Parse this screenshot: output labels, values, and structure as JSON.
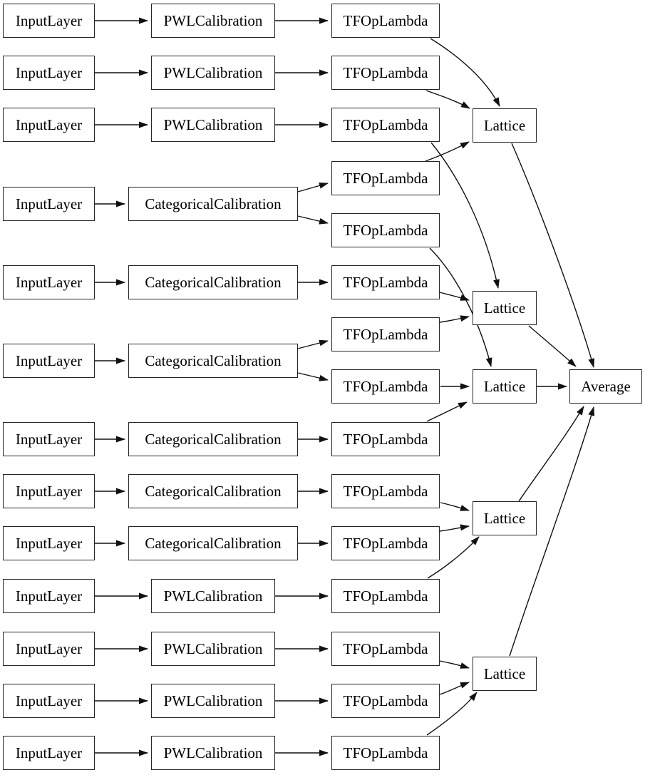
{
  "diagram": {
    "type": "model-graph",
    "background_color": "#ffffff",
    "line_color": "#111111",
    "node_fill": "#ffffff",
    "node_border_color": "#262626",
    "node_labels": {
      "input_layer": "InputLayer",
      "pwl_calibration": "PWLCalibration",
      "categorical_calibration": "CategoricalCalibration",
      "tf_op_lambda": "TFOpLambda",
      "lattice": "Lattice",
      "average": "Average"
    },
    "nodes": [
      {
        "id": "input1",
        "type": "input_layer"
      },
      {
        "id": "input2",
        "type": "input_layer"
      },
      {
        "id": "input3",
        "type": "input_layer"
      },
      {
        "id": "input4",
        "type": "input_layer"
      },
      {
        "id": "input5",
        "type": "input_layer"
      },
      {
        "id": "input6",
        "type": "input_layer"
      },
      {
        "id": "input7",
        "type": "input_layer"
      },
      {
        "id": "input8",
        "type": "input_layer"
      },
      {
        "id": "input9",
        "type": "input_layer"
      },
      {
        "id": "input10",
        "type": "input_layer"
      },
      {
        "id": "input11",
        "type": "input_layer"
      },
      {
        "id": "input12",
        "type": "input_layer"
      },
      {
        "id": "input13",
        "type": "input_layer"
      },
      {
        "id": "pwl1",
        "type": "pwl_calibration"
      },
      {
        "id": "pwl2",
        "type": "pwl_calibration"
      },
      {
        "id": "pwl3",
        "type": "pwl_calibration"
      },
      {
        "id": "pwl4",
        "type": "pwl_calibration"
      },
      {
        "id": "pwl5",
        "type": "pwl_calibration"
      },
      {
        "id": "pwl6",
        "type": "pwl_calibration"
      },
      {
        "id": "pwl7",
        "type": "pwl_calibration"
      },
      {
        "id": "cat1",
        "type": "categorical_calibration"
      },
      {
        "id": "cat2",
        "type": "categorical_calibration"
      },
      {
        "id": "cat3",
        "type": "categorical_calibration"
      },
      {
        "id": "cat4",
        "type": "categorical_calibration"
      },
      {
        "id": "cat5",
        "type": "categorical_calibration"
      },
      {
        "id": "cat6",
        "type": "categorical_calibration"
      },
      {
        "id": "tfop1",
        "type": "tf_op_lambda"
      },
      {
        "id": "tfop2",
        "type": "tf_op_lambda"
      },
      {
        "id": "tfop3",
        "type": "tf_op_lambda"
      },
      {
        "id": "tfop4",
        "type": "tf_op_lambda"
      },
      {
        "id": "tfop5",
        "type": "tf_op_lambda"
      },
      {
        "id": "tfop6",
        "type": "tf_op_lambda"
      },
      {
        "id": "tfop7",
        "type": "tf_op_lambda"
      },
      {
        "id": "tfop8",
        "type": "tf_op_lambda"
      },
      {
        "id": "tfop9",
        "type": "tf_op_lambda"
      },
      {
        "id": "tfop10",
        "type": "tf_op_lambda"
      },
      {
        "id": "tfop11",
        "type": "tf_op_lambda"
      },
      {
        "id": "tfop12",
        "type": "tf_op_lambda"
      },
      {
        "id": "tfop13",
        "type": "tf_op_lambda"
      },
      {
        "id": "tfop14",
        "type": "tf_op_lambda"
      },
      {
        "id": "tfop15",
        "type": "tf_op_lambda"
      },
      {
        "id": "lattice1",
        "type": "lattice"
      },
      {
        "id": "lattice2",
        "type": "lattice"
      },
      {
        "id": "lattice3",
        "type": "lattice"
      },
      {
        "id": "lattice4",
        "type": "lattice"
      },
      {
        "id": "lattice5",
        "type": "lattice"
      },
      {
        "id": "average",
        "type": "average"
      }
    ],
    "edges": [
      {
        "from": "input1",
        "to": "pwl1"
      },
      {
        "from": "input2",
        "to": "pwl2"
      },
      {
        "from": "input3",
        "to": "pwl3"
      },
      {
        "from": "input4",
        "to": "cat1"
      },
      {
        "from": "input5",
        "to": "cat2"
      },
      {
        "from": "input6",
        "to": "cat3"
      },
      {
        "from": "input7",
        "to": "cat4"
      },
      {
        "from": "input8",
        "to": "cat5"
      },
      {
        "from": "input9",
        "to": "cat6"
      },
      {
        "from": "input10",
        "to": "pwl4"
      },
      {
        "from": "input11",
        "to": "pwl5"
      },
      {
        "from": "input12",
        "to": "pwl6"
      },
      {
        "from": "input13",
        "to": "pwl7"
      },
      {
        "from": "pwl1",
        "to": "tfop1"
      },
      {
        "from": "pwl2",
        "to": "tfop2"
      },
      {
        "from": "pwl3",
        "to": "tfop3"
      },
      {
        "from": "cat1",
        "to": "tfop4"
      },
      {
        "from": "cat1",
        "to": "tfop5"
      },
      {
        "from": "cat2",
        "to": "tfop6"
      },
      {
        "from": "cat3",
        "to": "tfop7"
      },
      {
        "from": "cat3",
        "to": "tfop8"
      },
      {
        "from": "cat4",
        "to": "tfop9"
      },
      {
        "from": "cat5",
        "to": "tfop10"
      },
      {
        "from": "cat6",
        "to": "tfop11"
      },
      {
        "from": "pwl4",
        "to": "tfop12"
      },
      {
        "from": "pwl5",
        "to": "tfop13"
      },
      {
        "from": "pwl6",
        "to": "tfop14"
      },
      {
        "from": "pwl7",
        "to": "tfop15"
      },
      {
        "from": "tfop1",
        "to": "lattice1"
      },
      {
        "from": "tfop2",
        "to": "lattice1"
      },
      {
        "from": "tfop4",
        "to": "lattice1"
      },
      {
        "from": "tfop3",
        "to": "lattice2"
      },
      {
        "from": "tfop6",
        "to": "lattice2"
      },
      {
        "from": "tfop7",
        "to": "lattice2"
      },
      {
        "from": "tfop5",
        "to": "lattice3"
      },
      {
        "from": "tfop8",
        "to": "lattice3"
      },
      {
        "from": "tfop9",
        "to": "lattice3"
      },
      {
        "from": "tfop10",
        "to": "lattice4"
      },
      {
        "from": "tfop11",
        "to": "lattice4"
      },
      {
        "from": "tfop12",
        "to": "lattice4"
      },
      {
        "from": "tfop13",
        "to": "lattice5"
      },
      {
        "from": "tfop14",
        "to": "lattice5"
      },
      {
        "from": "tfop15",
        "to": "lattice5"
      },
      {
        "from": "lattice1",
        "to": "average"
      },
      {
        "from": "lattice2",
        "to": "average"
      },
      {
        "from": "lattice3",
        "to": "average"
      },
      {
        "from": "lattice4",
        "to": "average"
      },
      {
        "from": "lattice5",
        "to": "average"
      }
    ]
  }
}
